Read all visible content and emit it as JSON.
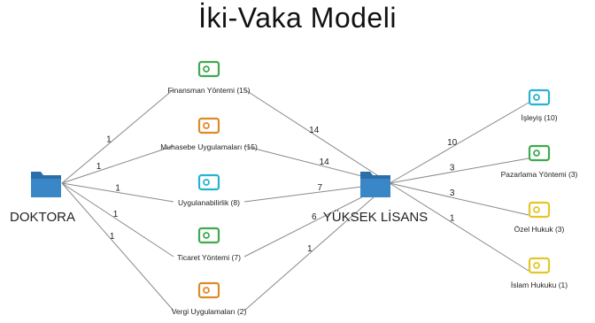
{
  "title": "İki-Vaka Modeli",
  "colors": {
    "folder": "#3a87c8",
    "green": "#3faa4e",
    "orange": "#dc8a2a",
    "cyan": "#27b3cf",
    "yellow": "#e4c62c",
    "edge": "#8a8a8a"
  },
  "cases": [
    {
      "id": "doktora",
      "label": "DOKTORA",
      "icon": "folder-icon"
    },
    {
      "id": "yuksek",
      "label": "YÜKSEK LİSANS",
      "icon": "folder-icon"
    }
  ],
  "codes": [
    {
      "id": "finansman",
      "label": "Finansman Yöntemi (15)",
      "color": "green"
    },
    {
      "id": "muhasebe",
      "label": "Muhasebe Uygulamaları (15)",
      "color": "orange"
    },
    {
      "id": "uygulanabilirlik",
      "label": "Uygulanabilirlik (8)",
      "color": "cyan"
    },
    {
      "id": "ticaret",
      "label": "Ticaret Yöntemi (7)",
      "color": "green"
    },
    {
      "id": "vergi",
      "label": "Vergi Uygulamaları (2)",
      "color": "orange"
    },
    {
      "id": "isleyis",
      "label": "İşleyiş (10)",
      "color": "cyan"
    },
    {
      "id": "pazarlama",
      "label": "Pazarlama Yöntemi (3)",
      "color": "green"
    },
    {
      "id": "ozel",
      "label": "Özel Hukuk (3)",
      "color": "yellow"
    },
    {
      "id": "islam",
      "label": "İslam Hukuku (1)",
      "color": "yellow"
    }
  ],
  "edges": [
    {
      "from": "doktora",
      "to": "finansman",
      "weight": "1"
    },
    {
      "from": "doktora",
      "to": "muhasebe",
      "weight": "1"
    },
    {
      "from": "doktora",
      "to": "uygulanabilirlik",
      "weight": "1"
    },
    {
      "from": "doktora",
      "to": "ticaret",
      "weight": "1"
    },
    {
      "from": "doktora",
      "to": "vergi",
      "weight": "1"
    },
    {
      "from": "yuksek",
      "to": "finansman",
      "weight": "14"
    },
    {
      "from": "yuksek",
      "to": "muhasebe",
      "weight": "14"
    },
    {
      "from": "yuksek",
      "to": "uygulanabilirlik",
      "weight": "7"
    },
    {
      "from": "yuksek",
      "to": "ticaret",
      "weight": "6"
    },
    {
      "from": "yuksek",
      "to": "vergi",
      "weight": "1"
    },
    {
      "from": "yuksek",
      "to": "isleyis",
      "weight": "10"
    },
    {
      "from": "yuksek",
      "to": "pazarlama",
      "weight": "3"
    },
    {
      "from": "yuksek",
      "to": "ozel",
      "weight": "3"
    },
    {
      "from": "yuksek",
      "to": "islam",
      "weight": "1"
    }
  ]
}
